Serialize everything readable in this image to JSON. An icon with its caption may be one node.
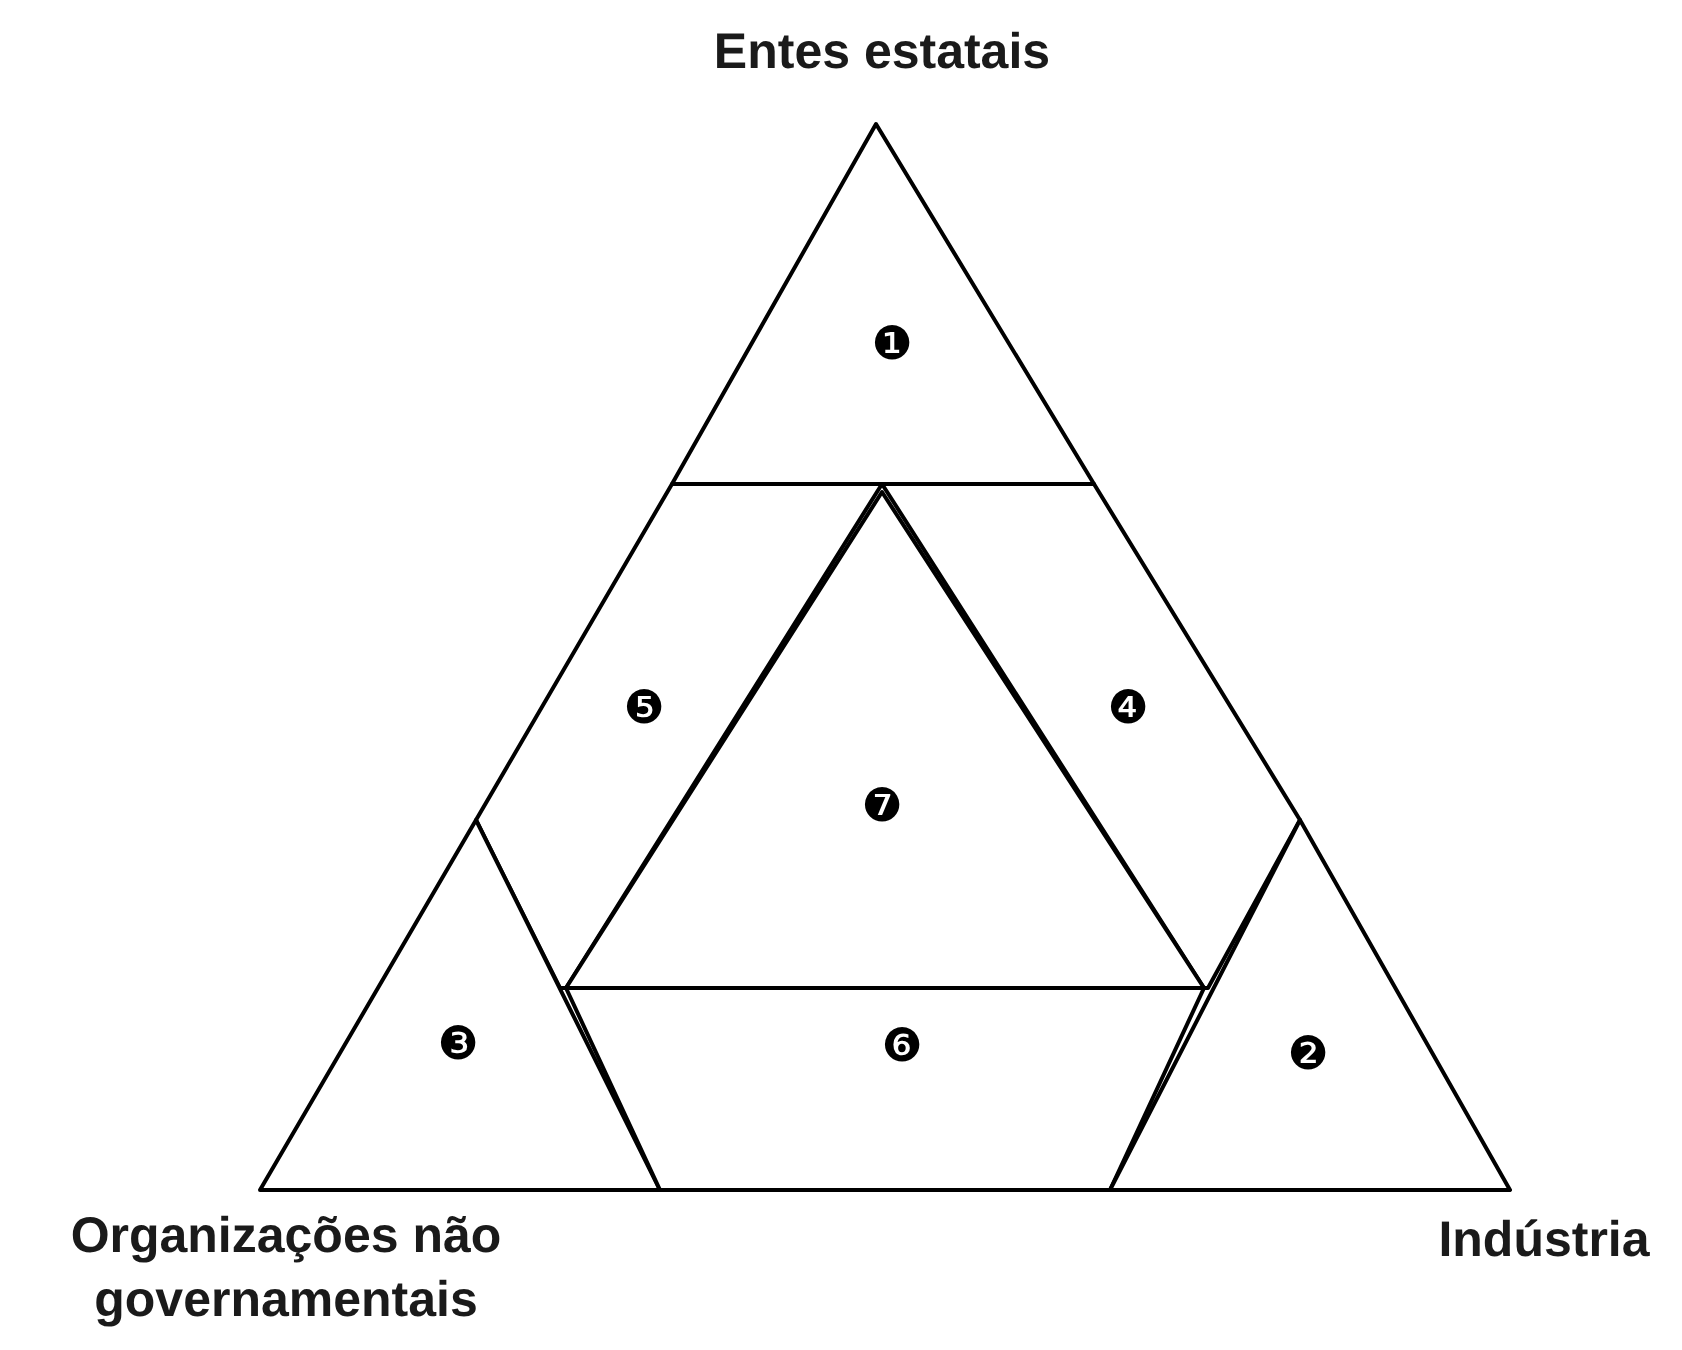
{
  "diagram": {
    "nodes": [
      {
        "text": [
          "❶"
        ]
      },
      {
        "text": [
          "❺"
        ]
      },
      {
        "text": [
          "❹"
        ]
      },
      {
        "text": [
          "❼"
        ]
      },
      {
        "text": [
          "❸"
        ]
      },
      {
        "text": [
          "❻"
        ]
      },
      {
        "text": [
          "❷"
        ]
      }
    ],
    "labels": [
      "Entes estatais",
      "Organizações não governamentais",
      "Indústria"
    ]
  }
}
